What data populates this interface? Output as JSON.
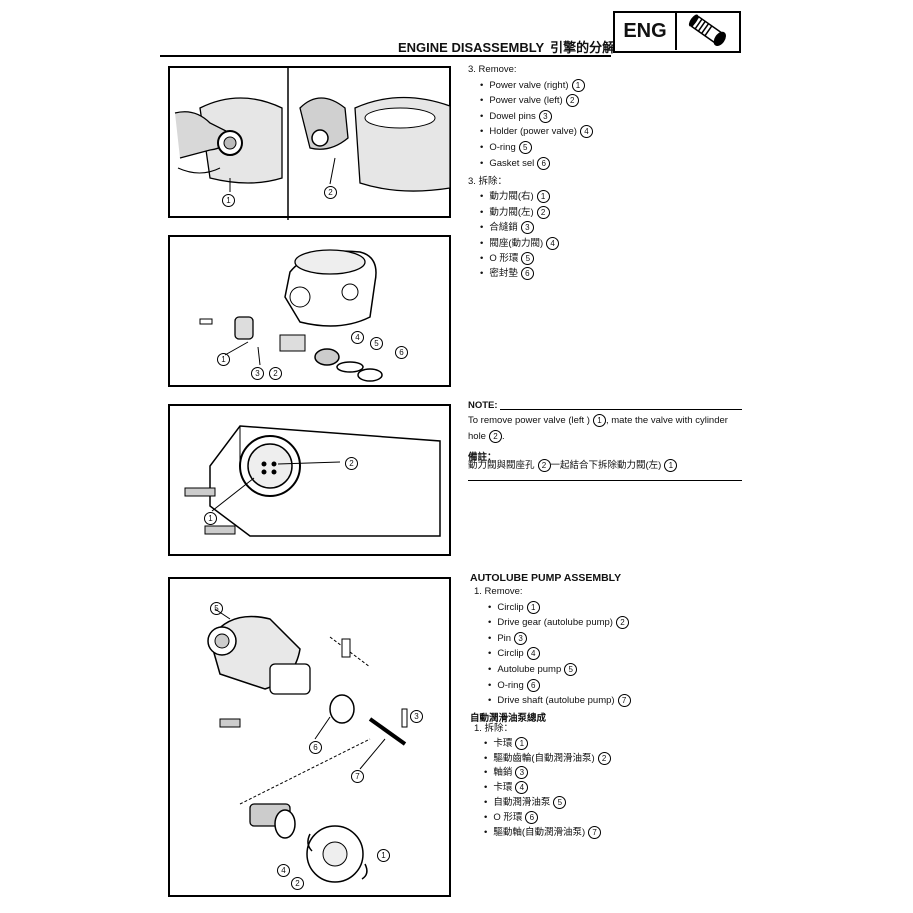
{
  "header": {
    "title": "ENGINE DISASSEMBLY",
    "title_zh": "引擎的分解",
    "tab_label": "ENG",
    "tab_icon": "engine-part-icon"
  },
  "section1": {
    "step_en": "3.  Remove:",
    "items_en": [
      {
        "label": "Power valve (right)",
        "num": "1"
      },
      {
        "label": "Power valve (left)",
        "num": "2"
      },
      {
        "label": "Dowel pins",
        "num": "3"
      },
      {
        "label": "Holder (power valve)",
        "num": "4"
      },
      {
        "label": "O-ring",
        "num": "5"
      },
      {
        "label": "Gasket sel",
        "num": "6"
      }
    ],
    "step_zh": "3.  拆除：",
    "items_zh": [
      {
        "label": "動力閥(右)",
        "num": "1"
      },
      {
        "label": "動力閥(左)",
        "num": "2"
      },
      {
        "label": "合縫銷",
        "num": "3"
      },
      {
        "label": "閥座(動力閥)",
        "num": "4"
      },
      {
        "label": "O 形環",
        "num": "5"
      },
      {
        "label": "密封墊",
        "num": "6"
      }
    ]
  },
  "note": {
    "label": "NOTE:",
    "line1_a": "To remove power valve (left )",
    "line1_num": "1",
    "line1_b": ", mate the valve with cylinder",
    "line2_a": "hole",
    "line2_num": "2",
    "line2_b": ".",
    "label_zh": "備註：",
    "zh_a": "動力閥與閥座孔",
    "zh_num1": "2",
    "zh_b": "一起結合下拆除動力閥(左)",
    "zh_num2": "1"
  },
  "section2": {
    "title": "AUTOLUBE PUMP ASSEMBLY",
    "step_en": "1.  Remove:",
    "items_en": [
      {
        "label": "Circlip",
        "num": "1"
      },
      {
        "label": "Drive gear (autolube pump)",
        "num": "2"
      },
      {
        "label": "Pin",
        "num": "3"
      },
      {
        "label": "Circlip",
        "num": "4"
      },
      {
        "label": "Autolube pump",
        "num": "5"
      },
      {
        "label": "O-ring",
        "num": "6"
      },
      {
        "label": "Drive shaft (autolube pump)",
        "num": "7"
      }
    ],
    "title_zh": "自動潤滑油泵總成",
    "step_zh": "1.  拆除：",
    "items_zh": [
      {
        "label": "卡環",
        "num": "1"
      },
      {
        "label": "驅動齒輪(自動潤滑油泵)",
        "num": "2"
      },
      {
        "label": "軸銷",
        "num": "3"
      },
      {
        "label": "卡環",
        "num": "4"
      },
      {
        "label": "自動潤滑油泵",
        "num": "5"
      },
      {
        "label": "O 形環",
        "num": "6"
      },
      {
        "label": "驅動軸(自動潤滑油泵)",
        "num": "7"
      }
    ]
  },
  "figures": {
    "fig1_left_callouts": [
      "1"
    ],
    "fig1_right_callouts": [
      "2"
    ],
    "fig2_callouts": [
      "1",
      "3",
      "2",
      "4",
      "5",
      "6"
    ],
    "fig3_callouts": [
      "2",
      "1"
    ],
    "fig4_callouts": [
      "5",
      "3",
      "6",
      "7",
      "4",
      "2",
      "1"
    ]
  }
}
